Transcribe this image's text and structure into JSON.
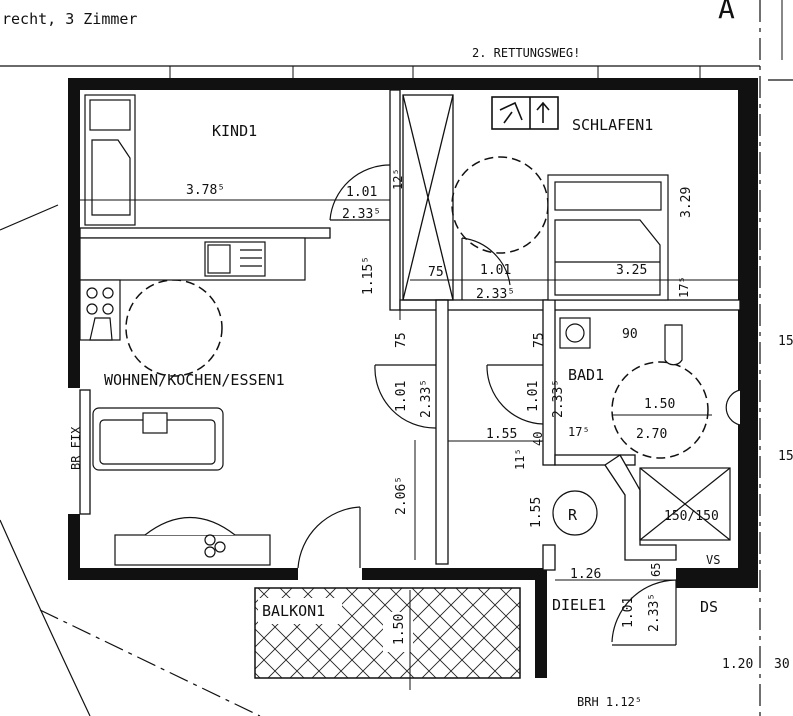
{
  "header": {
    "subtitle": "recht, 3 Zimmer",
    "section_mark": "A",
    "escape_route": "2. RETTUNGSWEG!"
  },
  "rooms": {
    "kind": "KIND1",
    "schlafen": "SCHLAFEN1",
    "wohnen": "WOHNEN/KOCHEN/ESSEN1",
    "bad": "BAD1",
    "balkon": "BALKON1",
    "diele": "DIELE1",
    "ds": "DS",
    "shower": "150/150",
    "fix": "BR FIX",
    "brh": "BRH 1.12⁵",
    "vs": "VS",
    "r_symbol": "R"
  },
  "dimensions": {
    "kind_width": "3.78⁵",
    "door_kind_w": "1.01",
    "door_kind_h": "2.33⁵",
    "d12_5": "12⁵",
    "schlafen_h": "3.29",
    "d1_15": "1.15⁵",
    "d75a": "75",
    "door_schl_w": "1.01",
    "door_schl_h": "2.33⁵",
    "schlafen_w": "3.25",
    "d17_5": "17⁵",
    "d75b": "75",
    "d75c": "75",
    "d90": "90",
    "door_wohn_w": "1.01",
    "door_wohn_h": "2.33⁵",
    "door_bad_w": "1.01",
    "door_bad_h": "2.33⁵",
    "bad_turn": "1.50",
    "bad_w": "2.70",
    "d1_55a": "1.55",
    "d40": "40",
    "d17_5b": "17⁵",
    "d11_5": "11⁵",
    "d2_06": "2.06⁵",
    "d1_55b": "1.55",
    "d1_26": "1.26",
    "d65": "65",
    "d1_50": "1.50",
    "door_diele_w": "1.01",
    "door_diele_h": "2.33⁵",
    "d1_20": "1.20",
    "d30": "30",
    "d15a": "15",
    "d15b": "15"
  }
}
